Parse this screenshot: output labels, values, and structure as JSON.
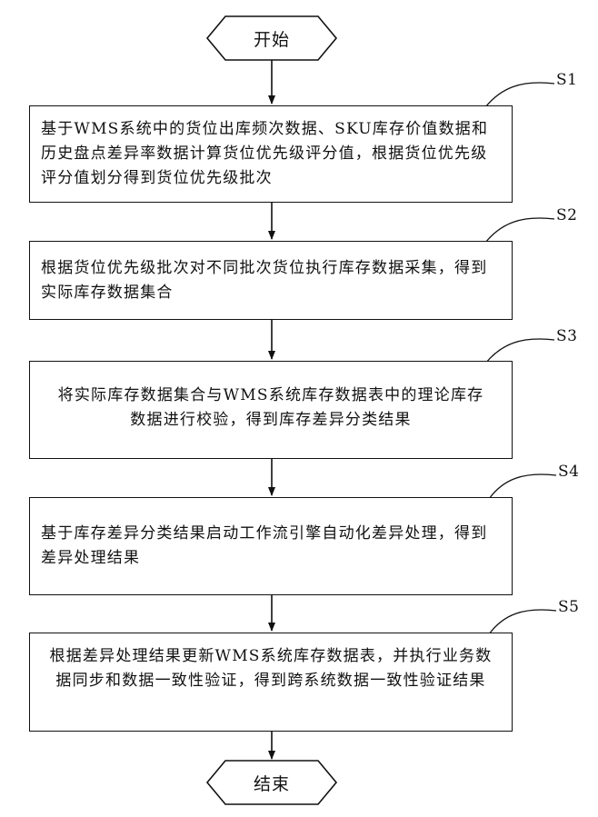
{
  "start": "开始",
  "end": "结束",
  "steps": [
    {
      "label": "S1",
      "text": "基于WMS系统中的货位出库频次数据、SKU库存价值数据和历史盘点差异率数据计算货位优先级评分值，根据货位优先级评分值划分得到货位优先级批次"
    },
    {
      "label": "S2",
      "text": "根据货位优先级批次对不同批次货位执行库存数据采集，得到实际库存数据集合"
    },
    {
      "label": "S3",
      "text": "将实际库存数据集合与WMS系统库存数据表中的理论库存数据进行校验，得到库存差异分类结果"
    },
    {
      "label": "S4",
      "text": "基于库存差异分类结果启动工作流引擎自动化差异处理，得到差异处理结果"
    },
    {
      "label": "S5",
      "text": "根据差异处理结果更新WMS系统库存数据表，并执行业务数据同步和数据一致性验证，得到跨系统数据一致性验证结果"
    }
  ]
}
